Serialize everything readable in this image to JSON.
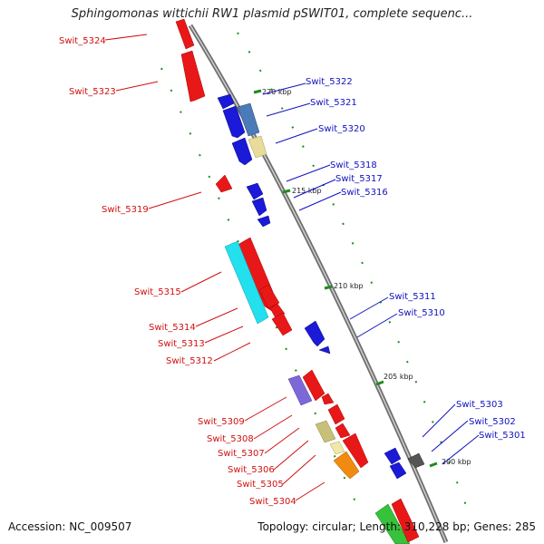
{
  "title": "Sphingomonas wittichii RW1 plasmid pSWIT01, complete sequenc...",
  "footer": {
    "accession": "Accession: NC_009507",
    "summary": "Topology: circular; Length: 310,228 bp; Genes: 285"
  },
  "colors": {
    "forward_gene": "#e01010",
    "reverse_gene": "#1414e0",
    "backbone": "#8c8c8c",
    "tick": "#1e8c1e",
    "forward_label": "#d01010",
    "reverse_label": "#1010c0"
  },
  "kbp_markers": [
    "220 kbp",
    "215 kbp",
    "210 kbp",
    "205 kbp",
    "200 kbp"
  ],
  "forward_labels": [
    "Swit_5324",
    "Swit_5323",
    "Swit_5319",
    "Swit_5315",
    "Swit_5314",
    "Swit_5313",
    "Swit_5312",
    "Swit_5309",
    "Swit_5308",
    "Swit_5307",
    "Swit_5306",
    "Swit_5305",
    "Swit_5304"
  ],
  "reverse_labels": [
    "Swit_5322",
    "Swit_5321",
    "Swit_5320",
    "Swit_5318",
    "Swit_5317",
    "Swit_5316",
    "Swit_5311",
    "Swit_5310",
    "Swit_5303",
    "Swit_5302",
    "Swit_5301"
  ]
}
